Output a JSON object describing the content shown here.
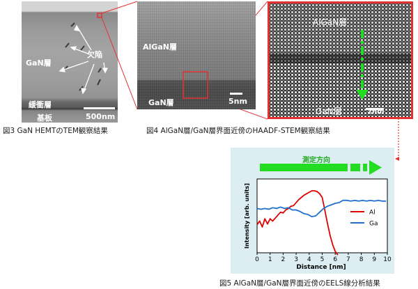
{
  "fig3": {
    "defect_label": "欠陥",
    "gan_label": "GaN層",
    "buffer_label": "緩衝層",
    "substrate_label": "基板",
    "scale_bar": "500nm",
    "caption": "図3 GaN HEMTのTEM観察結果"
  },
  "fig4": {
    "algan_label": "AlGaN層",
    "gan_label": "GaN層",
    "scale_bar": "5nm",
    "zoom_algan_label": "AlGaN層",
    "zoom_gan_label": "GaN層",
    "zoom_scale_bar": "2nm",
    "caption": "図4 AlGaN層/GaN層界面近傍のHAADF-STEM観察結果"
  },
  "fig5": {
    "caption": "図5 AlGaN層/GaN層界面近傍のEELS線分析結果"
  },
  "colors": {
    "highlight_red": "#e53030",
    "arrow_green": "#22dd22",
    "al_line": "#e00000",
    "ga_line": "#1f6fd0",
    "panel_bg": "#dceef2"
  },
  "chart_data": {
    "type": "line",
    "banner": "測定方向",
    "xlabel": "Distance [nm]",
    "ylabel": "Intensity [arb. units]",
    "xlim": [
      0,
      10
    ],
    "xticks": [
      "0",
      "1",
      "2",
      "3",
      "4",
      "5",
      "6",
      "7",
      "8",
      "9",
      "10"
    ],
    "ylim": [
      0,
      1
    ],
    "legend_position": "right",
    "series": [
      {
        "name": "Al",
        "color": "#e00000",
        "x": [
          0.0,
          0.2,
          0.4,
          0.6,
          0.8,
          1.0,
          1.2,
          1.4,
          1.6,
          1.8,
          2.0,
          2.2,
          2.4,
          2.6,
          2.8,
          3.0,
          3.2,
          3.4,
          3.6,
          3.8,
          4.0,
          4.2,
          4.4,
          4.6,
          4.8,
          5.0,
          5.2,
          5.4,
          5.6,
          5.8,
          6.0,
          6.2
        ],
        "values": [
          0.38,
          0.43,
          0.35,
          0.46,
          0.39,
          0.46,
          0.43,
          0.47,
          0.51,
          0.55,
          0.54,
          0.58,
          0.6,
          0.63,
          0.64,
          0.68,
          0.72,
          0.75,
          0.78,
          0.8,
          0.82,
          0.84,
          0.84,
          0.83,
          0.8,
          0.75,
          0.58,
          0.4,
          0.24,
          0.11,
          0.02,
          -0.03
        ]
      },
      {
        "name": "Ga",
        "color": "#1f6fd0",
        "x": [
          0.0,
          0.3,
          0.6,
          0.9,
          1.2,
          1.5,
          1.8,
          2.1,
          2.4,
          2.7,
          3.0,
          3.3,
          3.6,
          3.9,
          4.2,
          4.5,
          4.8,
          5.1,
          5.4,
          5.7,
          6.0,
          6.3,
          6.6,
          6.9,
          7.2,
          7.5,
          7.8,
          8.1,
          8.4,
          8.7,
          9.0,
          9.3,
          9.6,
          9.9
        ],
        "values": [
          0.6,
          0.59,
          0.6,
          0.59,
          0.61,
          0.6,
          0.62,
          0.6,
          0.61,
          0.58,
          0.58,
          0.56,
          0.53,
          0.52,
          0.49,
          0.5,
          0.55,
          0.6,
          0.63,
          0.65,
          0.67,
          0.68,
          0.71,
          0.71,
          0.7,
          0.71,
          0.7,
          0.71,
          0.7,
          0.71,
          0.7,
          0.71,
          0.7,
          0.7
        ]
      }
    ]
  }
}
